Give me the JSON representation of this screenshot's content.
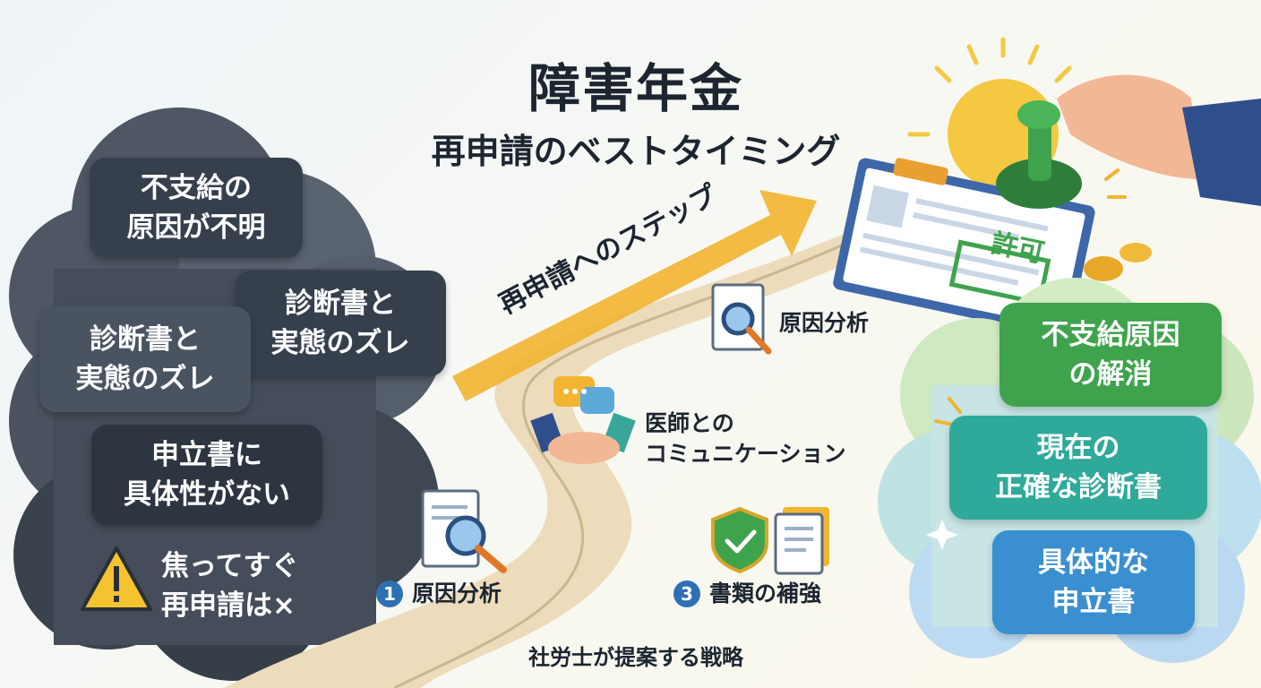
{
  "title": {
    "main": "障害年金",
    "sub": "再申請のベストタイミング"
  },
  "problems": {
    "item1": "不支給の\n原因が不明",
    "item2": "診断書と\n実態のズレ",
    "item3": "診断書と\n実態のズレ",
    "item4": "申立書に\n具体性がない",
    "warning": "焦ってすぐ\n再申請は×"
  },
  "path": {
    "arrow_label": "再申請へのステップ",
    "steps": {
      "top_label": "原因分析",
      "doctor_label": "医師との\nコミュニケーション",
      "step1_number": "1",
      "step1_label": "原因分析",
      "step3_number": "3",
      "step3_label": "書類の補強"
    },
    "stamp_text": "許可",
    "footer": "社労士が提案する戦略"
  },
  "solutions": {
    "item1": "不支給原因\nの解消",
    "item2": "現在の\n正確な診断書",
    "item3": "具体的な\n申立書"
  },
  "colors": {
    "dark_box": "#36404c",
    "green": "#3fa34d",
    "teal": "#2ea99a",
    "blue": "#3a8fd0",
    "arrow": "#f2b431",
    "badge": "#2f6fb3"
  }
}
